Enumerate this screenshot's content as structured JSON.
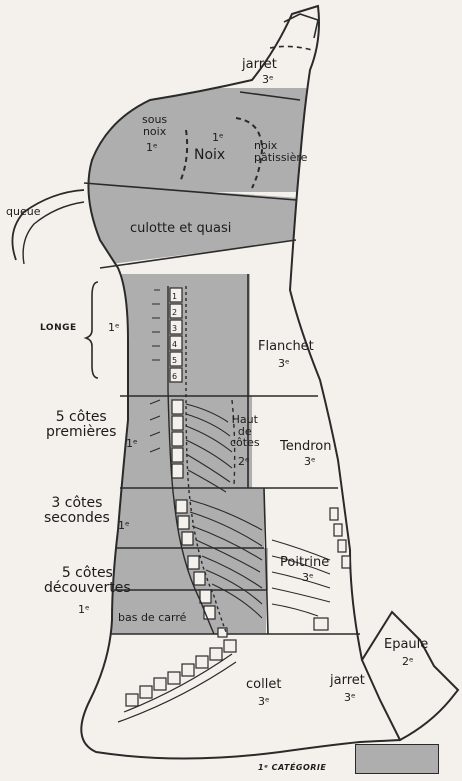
{
  "cuts": {
    "jarret_arriere": "jarret",
    "jarret_arriere_cat": "3ᵉ",
    "sous_noix": "sous\nnoix",
    "sous_noix_cat": "1ᵉ",
    "noix": "Noix",
    "noix_cat": "1ᵉ",
    "noix_patissiere": "noix\npâtissière",
    "queue": "queue",
    "culotte": "culotte et quasi",
    "longe": "LONGE",
    "longe_cat": "1ᵉ",
    "flanchet": "Flanchet",
    "flanchet_cat": "3ᵉ",
    "cotes_premieres": "5 côtes\npremières",
    "cotes_premieres_cat": "1ᵉ",
    "haut_de_cotes": "Haut\nde\ncôtes",
    "haut_de_cotes_cat": "2ᵉ",
    "tendron": "Tendron",
    "tendron_cat": "3ᵉ",
    "cotes_secondes": "3 côtes\nsecondes",
    "cotes_secondes_cat": "1ᵉ",
    "poitrine": "Poitrine",
    "poitrine_cat": "3ᵉ",
    "cotes_decouvertes": "5 côtes\ndécouvertes",
    "cotes_decouvertes_cat": "1ᵉ",
    "bas_de_carre": "bas de carré",
    "epaule": "Epaule",
    "epaule_cat": "2ᵉ",
    "collet": "collet",
    "collet_cat": "3ᵉ",
    "jarret_avant": "jarret",
    "jarret_avant_cat": "3ᵉ"
  },
  "vertebra_numbers": [
    "1",
    "2",
    "3",
    "4",
    "5",
    "6"
  ],
  "legend": {
    "label": "1ᵉ CATÉGORIE"
  },
  "colors": {
    "first_category": "#aeaeae",
    "outline": "#2a2a2a",
    "paper": "#f4f1ec"
  }
}
